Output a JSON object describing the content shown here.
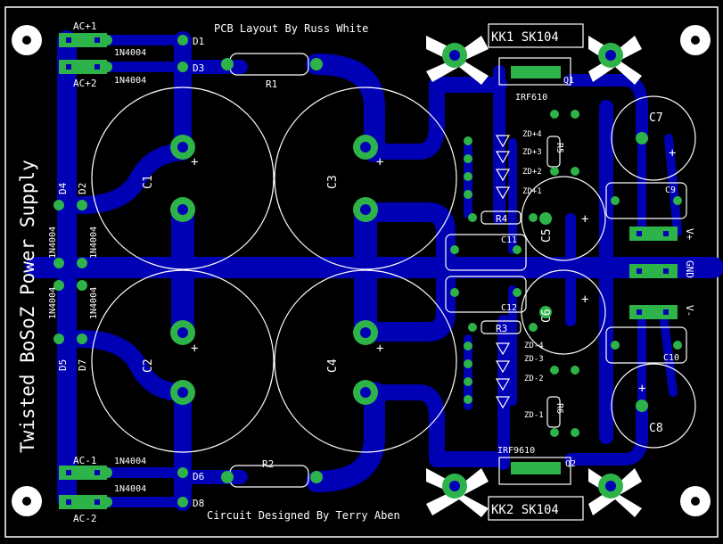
{
  "title_top": "PCB Layout By Russ White",
  "title_bottom": "Circuit Designed By Terry Aben",
  "side_title": "Twisted BoSoZ Power Supply",
  "heatsinks": {
    "top": "KK1 SK104",
    "bottom": "KK2 SK104"
  },
  "ac_labels": {
    "ac_p1": "AC+1",
    "ac_p2": "AC+2",
    "ac_m1": "AC-1",
    "ac_m2": "AC-2"
  },
  "diodes": {
    "d1": "D1",
    "d2": "D2",
    "d3": "D3",
    "d4": "D4",
    "d5": "D5",
    "d6": "D6",
    "d7": "D7",
    "d8": "D8",
    "part": "1N4004"
  },
  "resistors": {
    "r1": "R1",
    "r2": "R2",
    "r3": "R3",
    "r4": "R4",
    "r5": "R5",
    "r6": "R6"
  },
  "caps": {
    "c1": "C1",
    "c2": "C2",
    "c3": "C3",
    "c4": "C4",
    "c5": "C5",
    "c6": "C6",
    "c7": "C7",
    "c8": "C8",
    "c9": "C9",
    "c10": "C10",
    "c11": "C11",
    "c12": "C12"
  },
  "transistors": {
    "q1": "Q1",
    "q2": "Q2",
    "q1_part": "IRF610",
    "q2_part": "IRF9610"
  },
  "zeners": {
    "zd1p": "ZD+1",
    "zd2p": "ZD+2",
    "zd3p": "ZD+3",
    "zd4p": "ZD+4",
    "zd1m": "ZD-1",
    "zd2m": "ZD-2",
    "zd3m": "ZD-3",
    "zd4m": "ZD-4"
  },
  "outputs": {
    "vp": "V+",
    "gnd": "GND",
    "vm": "V-"
  },
  "plus": "+",
  "colors": {
    "board": "#000000",
    "trace": "#0000b4",
    "pad": "#2db34a",
    "silk": "#ffffff"
  }
}
